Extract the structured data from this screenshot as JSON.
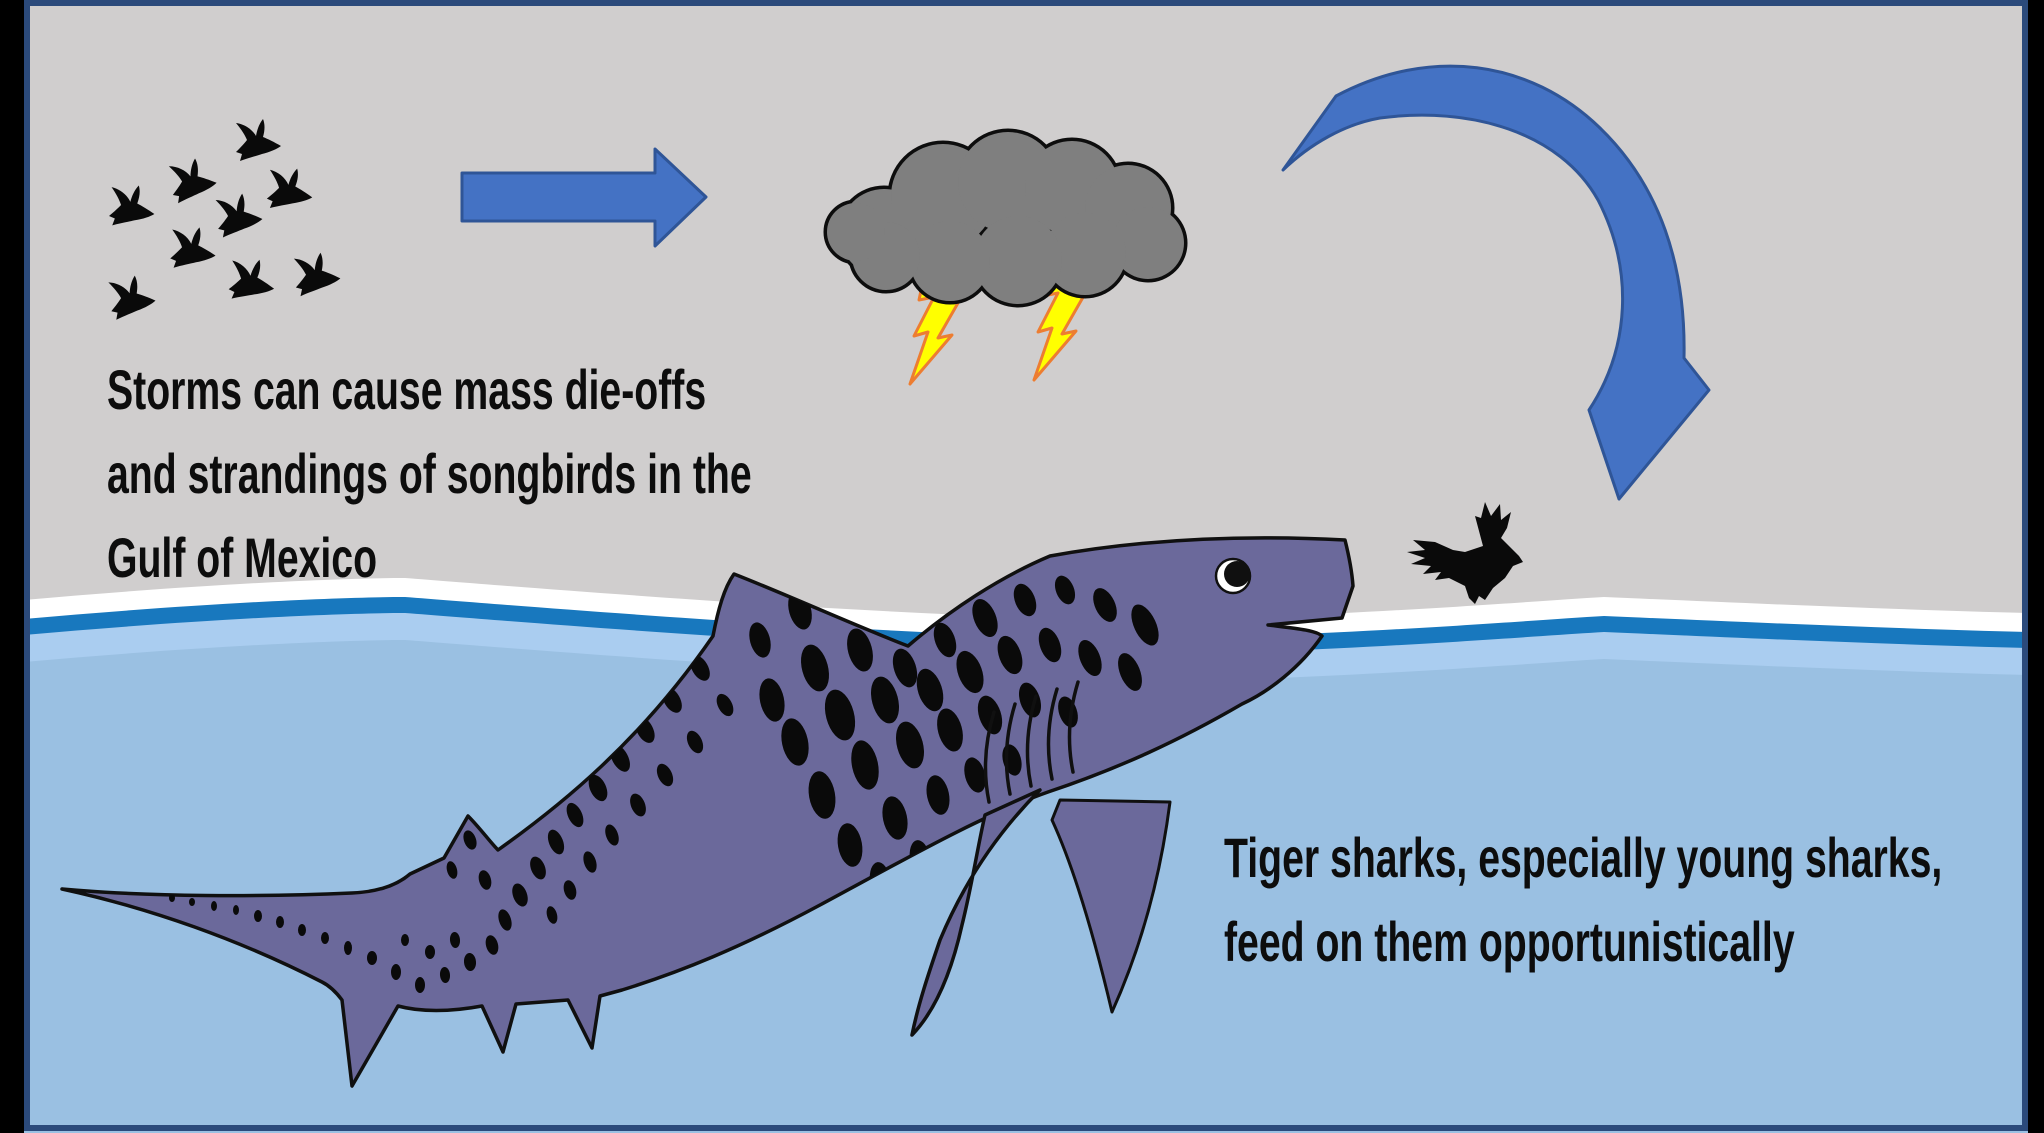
{
  "scene": {
    "storm_caption": {
      "line1": "Storms can cause mass die-offs",
      "line2": "and strandings of songbirds in the",
      "line3": "Gulf of Mexico"
    },
    "shark_caption": {
      "line1": "Tiger sharks, especially young sharks,",
      "line2": "feed on them opportunistically"
    },
    "flock_bird_count": 9,
    "lightning_bolt_count": 2,
    "icons": [
      "songbird-flock-icon",
      "right-block-arrow-icon",
      "storm-cloud-icon",
      "lightning-bolt-icon",
      "curved-down-arrow-icon",
      "fallen-songbird-icon",
      "tiger-shark-illustration"
    ]
  },
  "colors": {
    "letterbox": "#000000",
    "frame": "#2b4a7b",
    "sky": "#d0cece",
    "wave_white": "#ffffff",
    "wave_dark": "#1878be",
    "wave_light": "#aacdf0",
    "water": "#9ac0e2",
    "shark_body": "#6b699b",
    "shark_outline": "#101010",
    "spot": "#0a0a0a",
    "cloud": "#7f7f7f",
    "cloud_outline": "#0d0d0d",
    "lightning": "#ffff00",
    "lightning_outline": "#ed7d31",
    "arrow": "#4472c4",
    "arrow_outline": "#2f5597",
    "bird": "#0a0a0a",
    "text": "#0d0d0d"
  }
}
